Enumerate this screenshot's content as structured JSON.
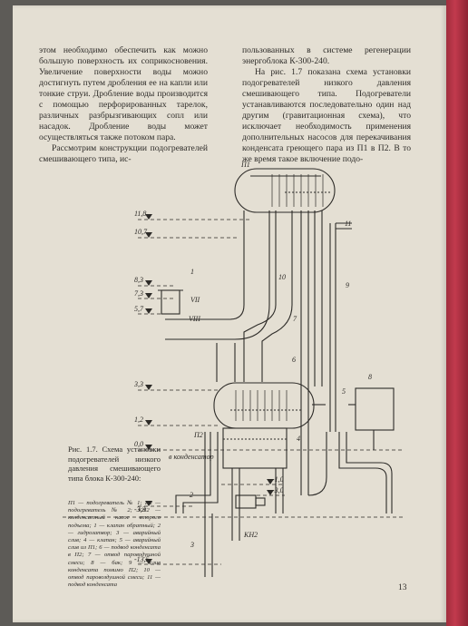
{
  "left_column": {
    "p1": "этом необходимо обеспечить как можно большую поверхность их соприкосновения. Увеличение поверхности воды можно достигнуть путем дробления ее на капли или тонкие струи. Дробление воды производится с помощью перфорированных тарелок, различных разбрызгивающих сопл или насадок. Дробление воды может осуществляться также потоком пара.",
    "p2": "Рассмотрим конструкции подогревателей смешивающего типа, ис-"
  },
  "right_column": {
    "p1": "пользованных в системе регенерации энергоблока К-300-240.",
    "p2": "На рис. 1.7 показана схема установки подогревателей низкого давления смешивающего типа. Подогреватели устанавливаются последовательно один над другим (гравитационная схема), что исключает необходимость применения дополнительных насосов для перекачивания конденсата греющего пара из П1 в П2. В то же время такое включение подо-"
  },
  "figure": {
    "caption": "Рис. 1.7. Схема установки подогревателей низкого давления смешивающего типа блока К-300-240:",
    "legend": "П1 — подогреватель № 1; П2 — подогреватель № 2; КН2 — конденсатный насос второго подъема; 1 — клапан обратный; 2 — гидрозатвор; 3 — аварийный слив; 4 — клапан; 5 — аварийный слив из П1; 6 — подвод конденсата в П2; 7 — отвод пароводушной смеси; 8 — бак; 9 — слив конденсата помимо П2; 10 — отвод паровоздушной смеси; 11 — подвод конденсата",
    "levels": [
      "11,8",
      "10,7",
      "8,3",
      "7,3",
      "5,7",
      "3,3",
      "1,2",
      "0,0",
      "-3,3",
      "-13,5",
      "-1,0",
      "-3,0"
    ],
    "labels": {
      "p1": "П1",
      "p2": "П2",
      "kn2": "КН2",
      "n1": "1",
      "n2": "2",
      "n3": "3",
      "n4": "4",
      "n5": "5",
      "n6": "6",
      "n7": "7",
      "n8": "8",
      "n9": "9",
      "n10": "10",
      "n11": "11",
      "vii": "VII",
      "viii": "VIII",
      "condenser": "в конденсатор"
    }
  },
  "page_number": "13"
}
